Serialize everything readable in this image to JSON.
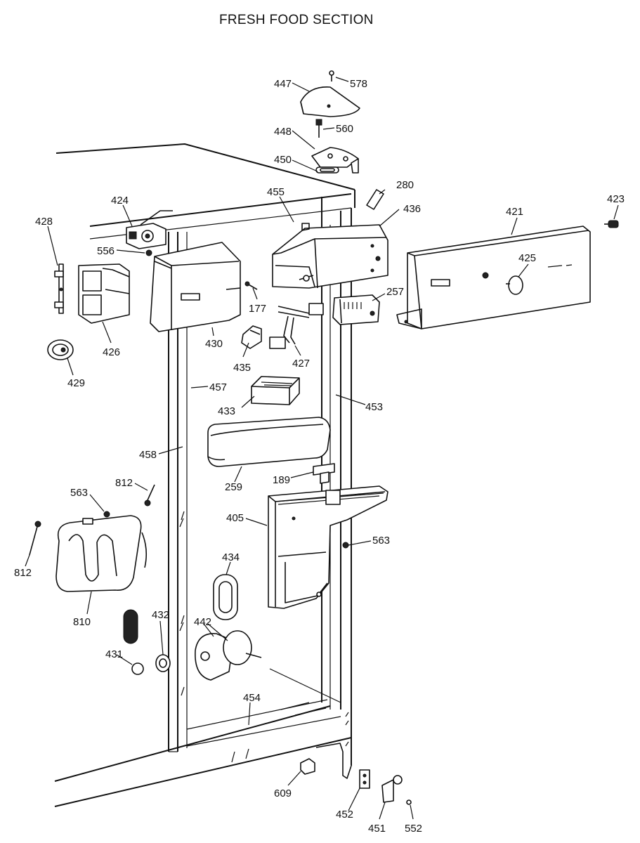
{
  "title": "FRESH FOOD SECTION",
  "callouts": {
    "p447": "447",
    "p578": "578",
    "p448": "448",
    "p560": "560",
    "p450": "450",
    "p280": "280",
    "p455": "455",
    "p436": "436",
    "p421": "421",
    "p423": "423",
    "p424": "424",
    "p428": "428",
    "p556": "556",
    "p425": "425",
    "p257": "257",
    "p177": "177",
    "p426": "426",
    "p430": "430",
    "p427": "427",
    "p435": "435",
    "p429": "429",
    "p457": "457",
    "p433": "433",
    "p453": "453",
    "p458": "458",
    "p812a": "812",
    "p259": "259",
    "p189": "189",
    "p563a": "563",
    "p405": "405",
    "p563b": "563",
    "p812b": "812",
    "p434": "434",
    "p810": "810",
    "p432": "432",
    "p442": "442",
    "p431": "431",
    "p454": "454",
    "p609": "609",
    "p452": "452",
    "p451": "451",
    "p552": "552"
  }
}
